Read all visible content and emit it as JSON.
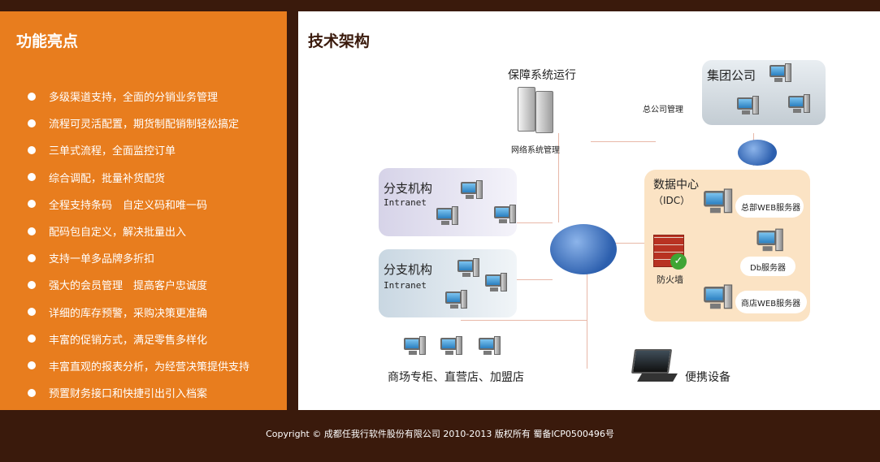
{
  "features": {
    "title": "功能亮点",
    "items": [
      "多级渠道支持，全面的分销业务管理",
      "流程可灵活配置，期货制配销制轻松搞定",
      "三单式流程，全面监控订单",
      "综合调配，批量补货配货",
      "全程支持条码　自定义码和唯一码",
      "配码包自定义，解决批量出入",
      "支持一单多品牌多折扣",
      "强大的会员管理　提高客户忠诚度",
      "详细的库存预警，采购决策更准确",
      "丰富的促销方式，满足零售多样化",
      "丰富直观的报表分析，为经营决策提供支持",
      "预置财务接口和快捷引出引入档案"
    ]
  },
  "architecture": {
    "title": "技术架构",
    "support_label": "保障系统运行",
    "network_mgmt": "网络系统管理",
    "group_company": "集团公司",
    "hq_mgmt": "总公司管理",
    "branch1_title": "分支机构",
    "branch1_sub": "Intranet",
    "branch2_title": "分支机构",
    "branch2_sub": "Intranet",
    "datacenter_title": "数据中心",
    "datacenter_sub": "（IDC）",
    "firewall": "防火墙",
    "hq_web_server": "总部WEB服务器",
    "db_server": "Db服务器",
    "store_web_server": "商店WEB服务器",
    "stores": "商场专柜、直营店、加盟店",
    "portable": "便携设备"
  },
  "footer": {
    "copyright": "Copyright © 成都任我行软件股份有限公司 2010-2013 版权所有 蜀备ICP0500496号"
  },
  "colors": {
    "brand_orange": "#e87d1e",
    "dark_brown": "#3a1a0c"
  }
}
